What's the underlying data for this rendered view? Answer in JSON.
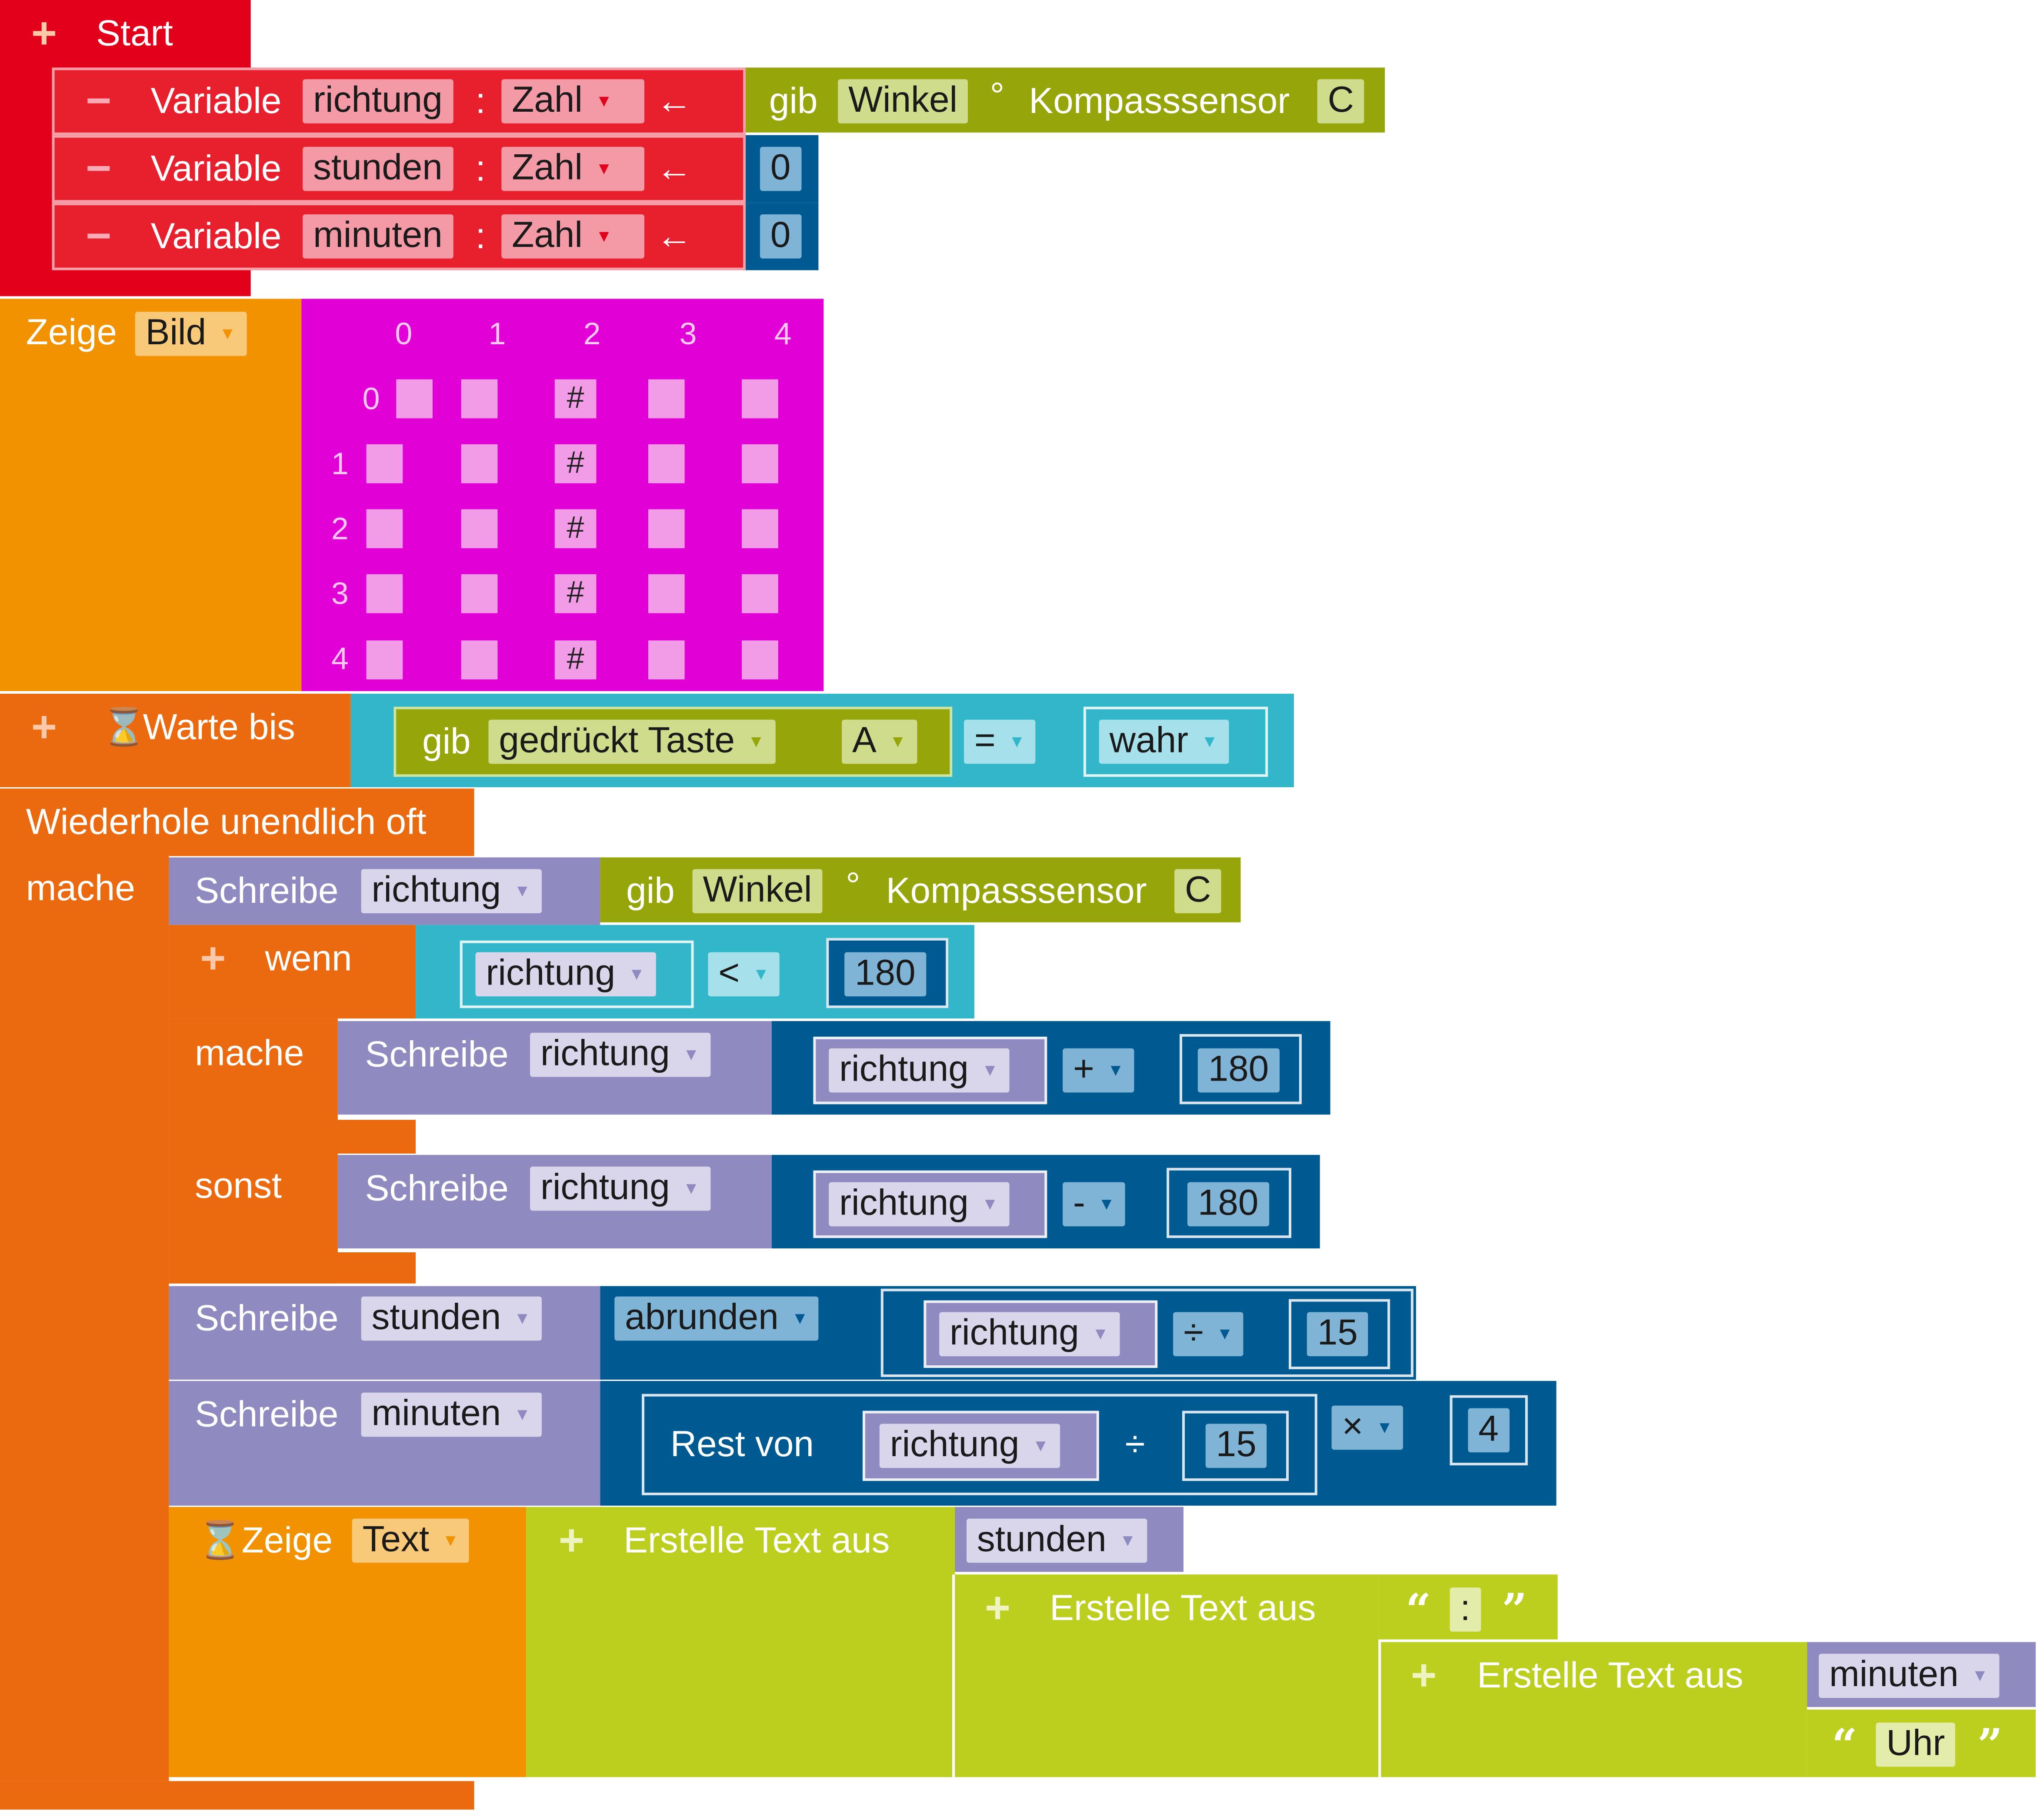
{
  "colors": {
    "event": "#e2001a",
    "variable": "#e8202e",
    "display": "#f39200",
    "control": "#eb6a0f",
    "logic": "#31b7c9",
    "sensor": "#95a50a",
    "write": "#8f8ac0",
    "math": "#005a92",
    "text": "#bccf1f",
    "image": "#e100d6"
  },
  "start": {
    "label": "Start",
    "vars": [
      {
        "kw": "Variable",
        "name": "richtung",
        "colon": ":",
        "type": "Zahl",
        "arrow": "←"
      },
      {
        "kw": "Variable",
        "name": "stunden",
        "colon": ":",
        "type": "Zahl",
        "arrow": "←"
      },
      {
        "kw": "Variable",
        "name": "minuten",
        "colon": ":",
        "type": "Zahl",
        "arrow": "←"
      }
    ],
    "sensor": {
      "gib": "gib",
      "prop": "Winkel",
      "deg": "°",
      "name": "Kompasssensor",
      "port": "C"
    },
    "zero1": "0",
    "zero2": "0"
  },
  "image": {
    "zeige": "Zeige",
    "kind": "Bild",
    "cols": [
      "0",
      "1",
      "2",
      "3",
      "4"
    ],
    "rows": [
      "0",
      "1",
      "2",
      "3",
      "4"
    ],
    "on": "#"
  },
  "wait": {
    "label": "Warte bis",
    "gib": "gib",
    "prop": "gedrückt",
    "taste": "Taste",
    "btn": "A",
    "eq": "=",
    "val": "wahr"
  },
  "loop": {
    "label": "Wiederhole unendlich oft",
    "mache": "mache"
  },
  "s1": {
    "kw": "Schreibe",
    "var": "richtung",
    "gib": "gib",
    "prop": "Winkel",
    "deg": "°",
    "name": "Kompasssensor",
    "port": "C"
  },
  "if": {
    "wenn": "wenn",
    "var": "richtung",
    "op": "<",
    "num": "180",
    "mache": "mache",
    "sonst": "sonst",
    "then": {
      "kw": "Schreibe",
      "var": "richtung",
      "a": "richtung",
      "op": "+",
      "num": "180"
    },
    "else": {
      "kw": "Schreibe",
      "var": "richtung",
      "a": "richtung",
      "op": "-",
      "num": "180"
    }
  },
  "s2": {
    "kw": "Schreibe",
    "var": "stunden",
    "fn": "abrunden",
    "a": "richtung",
    "op": "÷",
    "num": "15"
  },
  "s3": {
    "kw": "Schreibe",
    "var": "minuten",
    "rest": "Rest von",
    "a": "richtung",
    "div": "÷",
    "num": "15",
    "op": "×",
    "num2": "4"
  },
  "show": {
    "zeige": "Zeige",
    "kind": "Text",
    "concat": "Erstelle Text aus",
    "v1": "stunden",
    "lit1": ":",
    "v2": "minuten",
    "lit2": "Uhr",
    "qo": "“",
    "qc": "”"
  }
}
